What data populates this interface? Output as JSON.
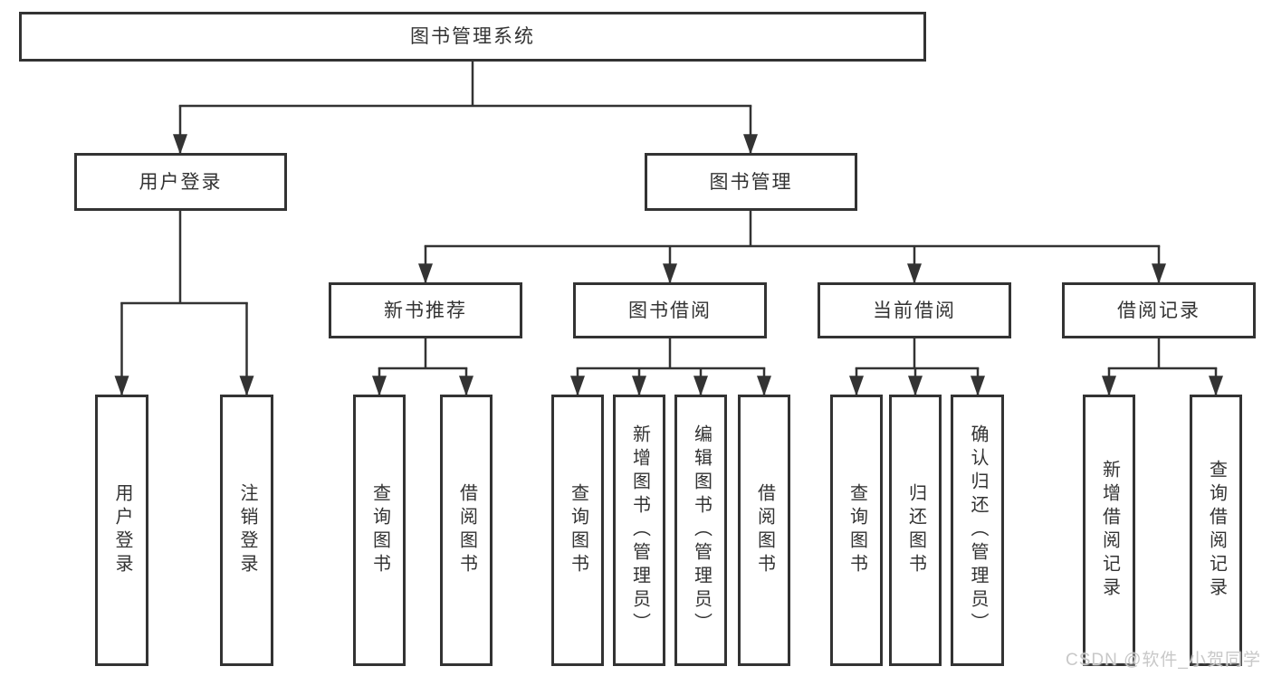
{
  "diagram": {
    "nodes": {
      "root": "图书管理系统",
      "user_login": "用户登录",
      "book_mgmt": "图书管理",
      "new_books": "新书推荐",
      "book_borrow": "图书借阅",
      "current_borrow": "当前借阅",
      "borrow_records": "借阅记录",
      "leaf_user_login": "用户登录",
      "leaf_logout": "注销登录",
      "leaf_nb_query": "查询图书",
      "leaf_nb_borrow": "借阅图书",
      "leaf_bb_query": "查询图书",
      "leaf_bb_add": "新增图书（管理员）",
      "leaf_bb_edit": "编辑图书（管理员）",
      "leaf_bb_borrow": "借阅图书",
      "leaf_cb_query": "查询图书",
      "leaf_cb_return": "归还图书",
      "leaf_cb_confirm": "确认归还（管理员）",
      "leaf_br_add": "新增借阅记录",
      "leaf_br_query": "查询借阅记录"
    }
  },
  "watermark": "CSDN @软件_小贺同学",
  "colors": {
    "line": "#333333",
    "text": "#333333",
    "watermark": "#c8c8c8",
    "background": "#ffffff"
  }
}
